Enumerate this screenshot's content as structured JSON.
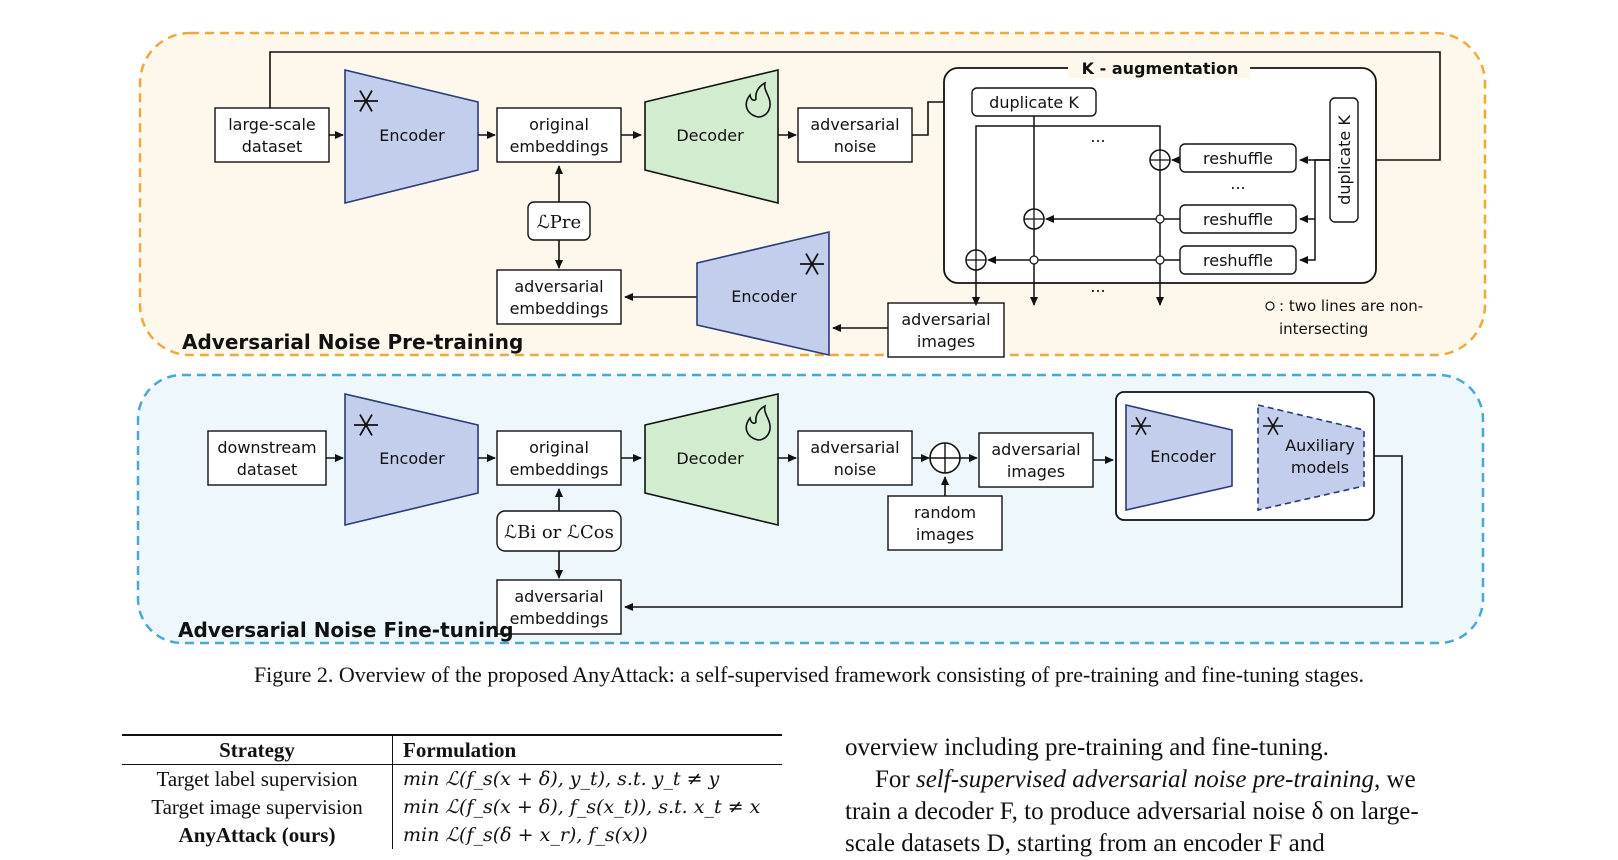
{
  "figure": {
    "pretrain_title": "Adversarial Noise Pre-training",
    "finetune_title": "Adversarial Noise Fine-tuning",
    "k_aug_title": "K - augmentation",
    "pre": {
      "dataset": [
        "large-scale",
        "dataset"
      ],
      "encoder": "Encoder",
      "orig_emb": [
        "original",
        "embeddings"
      ],
      "decoder": "Decoder",
      "adv_noise": [
        "adversarial",
        "noise"
      ],
      "loss": "ℒPre",
      "adv_emb": [
        "adversarial",
        "embeddings"
      ],
      "encoder2": "Encoder",
      "adv_images": [
        "adversarial",
        "images"
      ],
      "duplicate_k": "duplicate K",
      "duplicate_k_vertical": "duplicate K",
      "reshuffle": "reshuffle",
      "dots": "...",
      "note": [
        ": two lines are non-",
        "intersecting"
      ]
    },
    "fine": {
      "dataset": [
        "downstream",
        "dataset"
      ],
      "encoder": "Encoder",
      "orig_emb": [
        "original",
        "embeddings"
      ],
      "decoder": "Decoder",
      "adv_noise": [
        "adversarial",
        "noise"
      ],
      "random_images": [
        "random",
        "images"
      ],
      "adv_images": [
        "adversarial",
        "images"
      ],
      "encoder3": "Encoder",
      "aux": [
        "Auxiliary",
        "models"
      ],
      "loss": "ℒBi or ℒCos",
      "adv_emb": [
        "adversarial",
        "embeddings"
      ]
    }
  },
  "caption": "Figure 2. Overview of the proposed AnyAttack: a self-supervised framework consisting of pre-training and fine-tuning stages.",
  "table": {
    "headers": [
      "Strategy",
      "Formulation"
    ],
    "rows": [
      {
        "strategy": "Target label supervision",
        "formula": "min ℒ(f_s(x + δ), y_t),    s.t. y_t ≠ y"
      },
      {
        "strategy": "Target image supervision",
        "formula": "min ℒ(f_s(x + δ), f_s(x_t)),    s.t. x_t ≠ x"
      },
      {
        "strategy": "AnyAttack (ours)",
        "formula": "min ℒ(f_s(δ + x_r), f_s(x))"
      }
    ]
  },
  "body": {
    "line1": "overview including pre-training and fine-tuning.",
    "line2_a": "For ",
    "line2_em": "self-supervised adversarial noise pre-training",
    "line2_b": ", we",
    "line3": "train a decoder F, to produce adversarial noise δ on large-",
    "line4": "scale datasets D, starting from an encoder F and"
  },
  "colors": {
    "pretrain_border": "#f0a83a",
    "pretrain_fill": "#fef8ec",
    "finetune_border": "#4aa8d8",
    "finetune_fill": "#eef8fc",
    "encoder_fill": "#c3cdec",
    "decoder_fill": "#d2ecd0"
  }
}
